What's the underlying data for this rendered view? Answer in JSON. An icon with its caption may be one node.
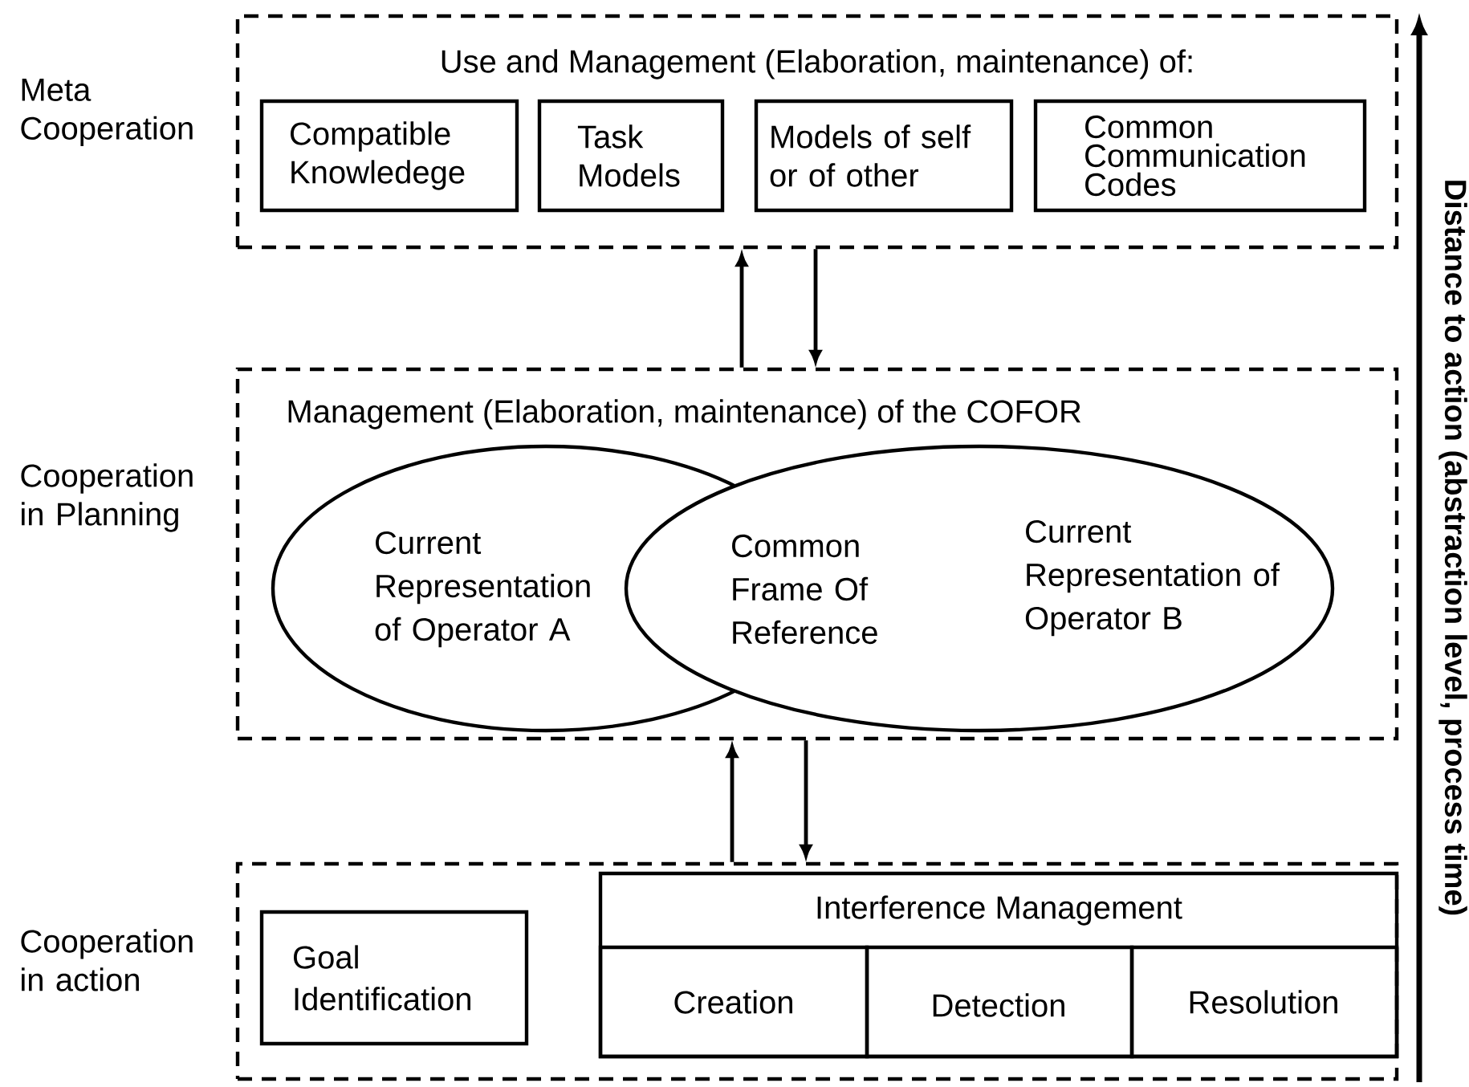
{
  "diagram": {
    "nodes": [
      {
        "text": [
          "Use and Management (Elaboration, maintenance) of:"
        ],
        "beside": [
          "Meta Cooperation"
        ]
      },
      {
        "text": [
          "Compatible Knowledege"
        ],
        "in": 0
      },
      {
        "text": [
          "Task Models"
        ],
        "in": 0
      },
      {
        "text": [
          "Models of self or of other"
        ],
        "in": 0
      },
      {
        "text": [
          "Common Communication Codes"
        ],
        "in": 0
      },
      {
        "text": [
          "Management (Elaboration, maintenance) of the COFOR"
        ],
        "beside": [
          "Cooperation in Planning"
        ]
      },
      {
        "text": [
          "Current Representation of Operator A"
        ],
        "in": 5
      },
      {
        "text": [
          "Current Representation of Operator B"
        ],
        "in": 5
      },
      {
        "text": [],
        "shape": "box",
        "beside": [
          "Cooperation in action"
        ]
      },
      {
        "text": [
          "Goal Identification"
        ],
        "in": 8
      },
      {
        "text": [
          "Interference Management"
        ],
        "in": 8
      },
      {
        "text": [
          "Creation"
        ],
        "in": 10
      },
      {
        "text": [
          "Detection"
        ],
        "in": 10
      },
      {
        "text": [
          "Resolution"
        ],
        "in": 10
      }
    ],
    "edges": [
      {
        "from": 5,
        "to": 0,
        "arrow": "to"
      },
      {
        "from": 0,
        "to": 5,
        "arrow": "to"
      },
      {
        "from": 8,
        "to": 5,
        "arrow": "to"
      },
      {
        "from": 5,
        "to": 8,
        "arrow": "to"
      }
    ],
    "labels": [
      "Common Frame Of Reference",
      "Distance to action (abstraction level, process time)"
    ]
  }
}
